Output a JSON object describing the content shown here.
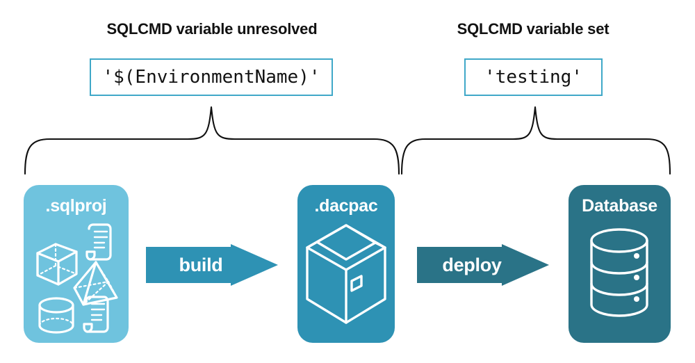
{
  "diagram": {
    "title_left": "SQLCMD variable unresolved",
    "title_right": "SQLCMD variable set",
    "value_left": "'$(EnvironmentName)'",
    "value_right": "'testing'",
    "stages": [
      {
        "label": ".sqlproj",
        "icon": "sqlproj-objects-icon",
        "color": "#6FC3DE"
      },
      {
        "label": ".dacpac",
        "icon": "package-box-icon",
        "color": "#2E92B4"
      },
      {
        "label": "Database",
        "icon": "database-cylinder-icon",
        "color": "#2A7387"
      }
    ],
    "arrows": [
      {
        "label": "build",
        "icon": "arrow-right-icon",
        "color": "#2E92B4"
      },
      {
        "label": "deploy",
        "icon": "arrow-right-icon",
        "color": "#2A7387"
      }
    ],
    "braces": [
      {
        "name": "brace-left",
        "covers": "sqlproj-to-dacpac"
      },
      {
        "name": "brace-right",
        "covers": "dacpac-to-database"
      }
    ],
    "colors": {
      "light_teal": "#6FC3DE",
      "mid_teal": "#2E92B4",
      "dark_teal": "#2A7387",
      "box_border": "#3FA8C8",
      "text": "#111111",
      "background": "#FFFFFF"
    }
  }
}
